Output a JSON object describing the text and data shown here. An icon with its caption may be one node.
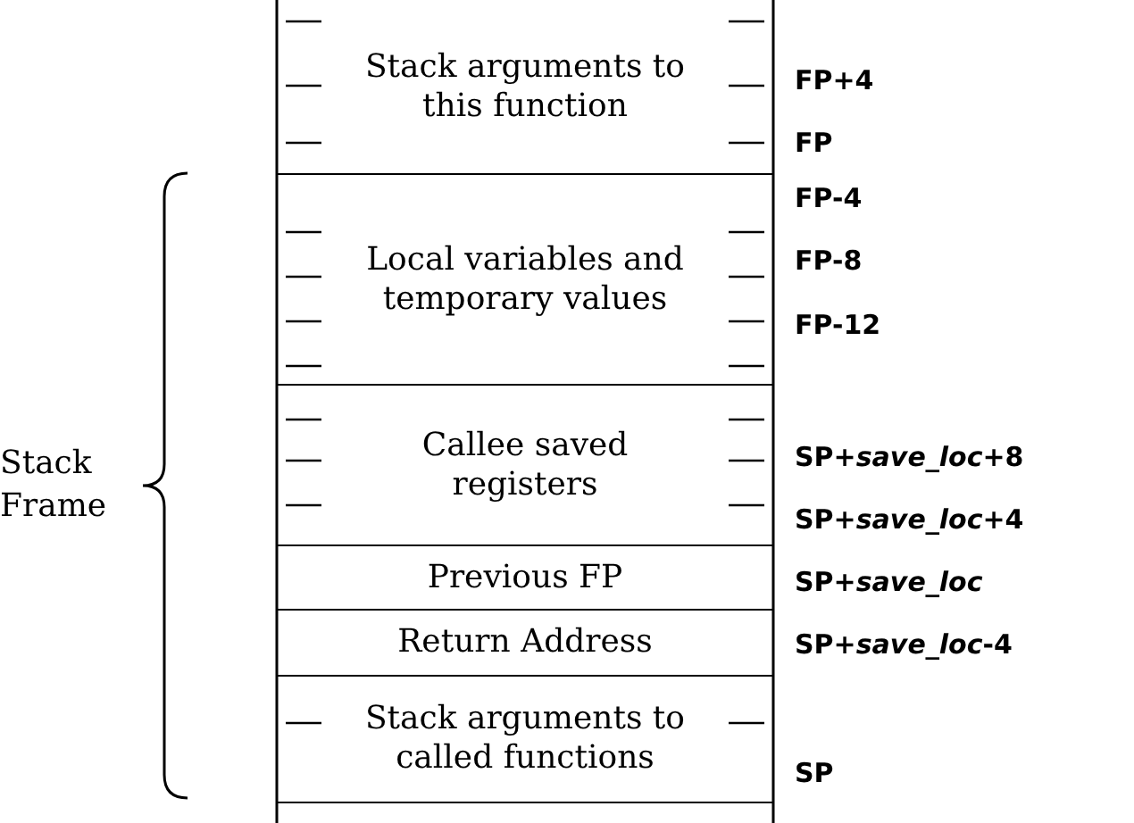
{
  "diagram": {
    "nodes": [
      {
        "text": [
          "Stack arguments to this function"
        ]
      },
      {
        "text": [
          "Local variables and temporary values"
        ]
      },
      {
        "text": [
          "Callee saved registers"
        ]
      },
      {
        "text": [
          "Previous FP"
        ]
      },
      {
        "text": [
          "Return Address"
        ]
      },
      {
        "text": [
          "Stack arguments to called functions"
        ]
      }
    ],
    "edges": [],
    "labels": [
      "Stack Frame",
      "FP+4",
      "FP",
      "FP-4",
      "FP-8",
      "FP-12",
      "SP+*save_loc*+8",
      "SP+*save_loc*+4",
      "SP+*save_loc*",
      "SP+*save_loc*-4",
      "SP"
    ]
  }
}
